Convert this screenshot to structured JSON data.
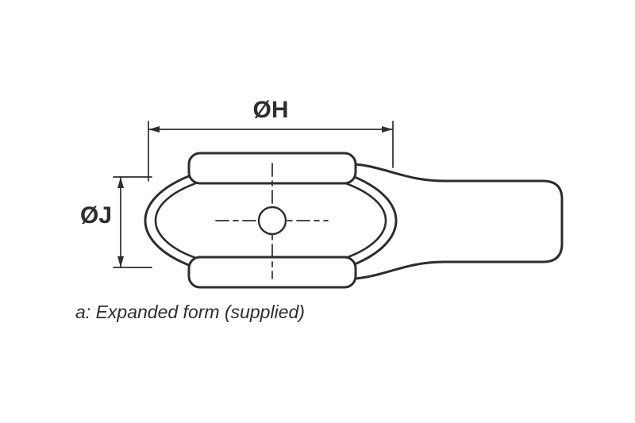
{
  "diagram": {
    "dim_label_h": "ØH",
    "dim_label_j": "ØJ",
    "caption": "a: Expanded form (supplied)",
    "colors": {
      "line": "#2d2d2d",
      "background": "#ffffff"
    }
  }
}
